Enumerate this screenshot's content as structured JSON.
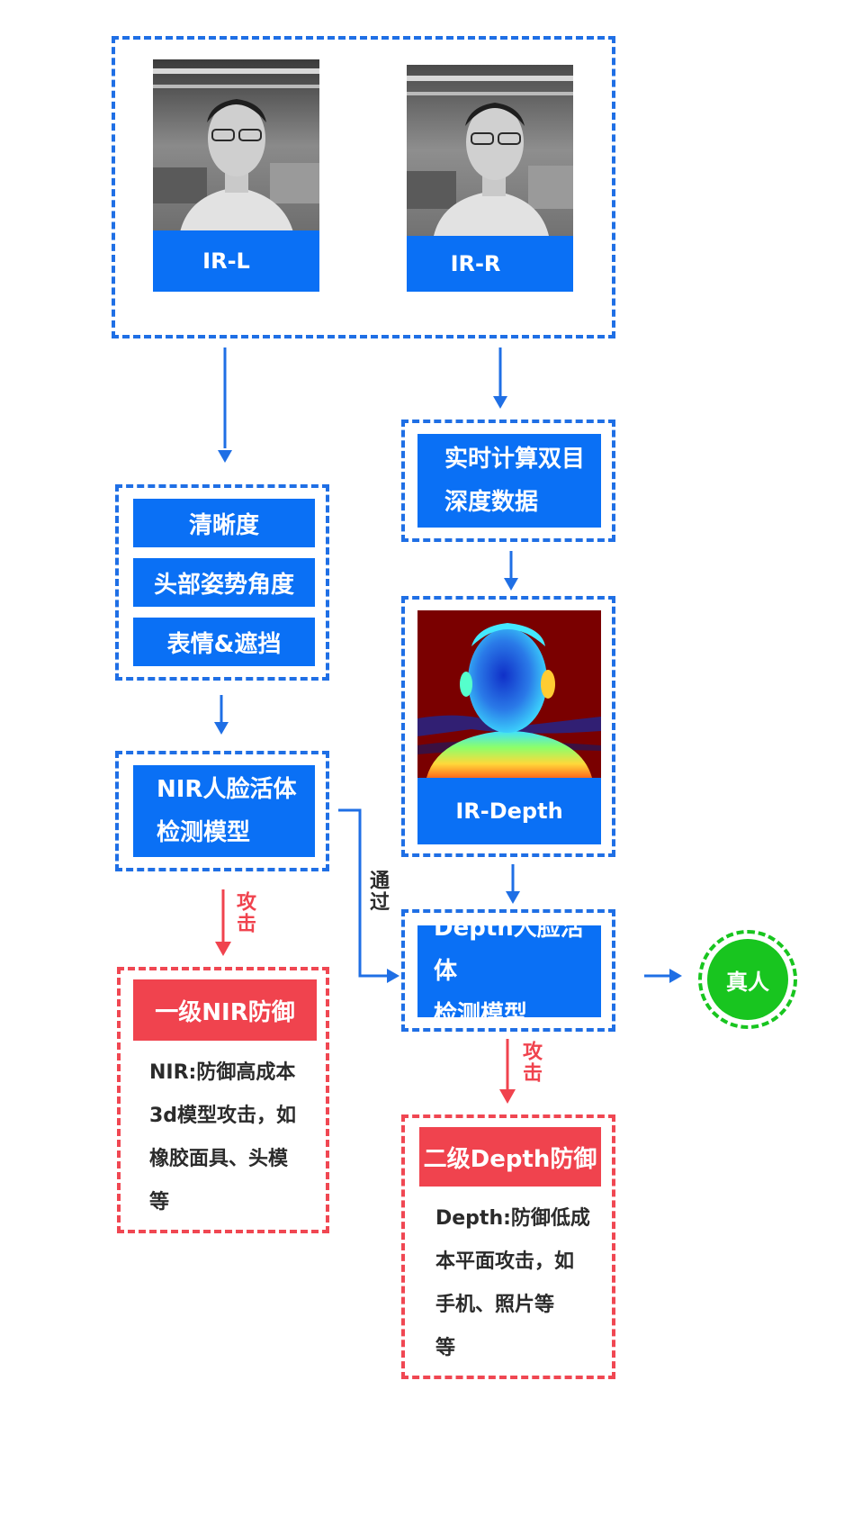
{
  "colors": {
    "blue": "#0a70f5",
    "dash_blue": "#1f6fe5",
    "red": "#f0434e",
    "green": "#18c51f",
    "dark_text": "#2b2b2b"
  },
  "inputs": {
    "ir_l": "IR-L",
    "ir_r": "IR-R"
  },
  "quality_checks": [
    "清晰度",
    "头部姿势角度",
    "表情&遮挡"
  ],
  "depth_compute": "实时计算双目深度数据",
  "depth_compute_lines": [
    "实时计算双目",
    "深度数据"
  ],
  "nir_model_lines": [
    "NIR人脸活体",
    "检测模型"
  ],
  "ir_depth": "IR-Depth",
  "depth_model_lines": [
    "Depth人脸活体",
    "检测模型"
  ],
  "pass_label": "通过",
  "attack_label": "攻击",
  "result": "真人",
  "defense_1": {
    "title": "一级NIR防御",
    "desc_lines": [
      "NIR:防御高成本",
      "3d模型攻击，如",
      "橡胶面具、头模",
      "等"
    ]
  },
  "defense_2": {
    "title": "二级Depth防御",
    "desc_lines": [
      "Depth:防御低成",
      "本平面攻击，如",
      "手机、照片等",
      "等"
    ]
  }
}
